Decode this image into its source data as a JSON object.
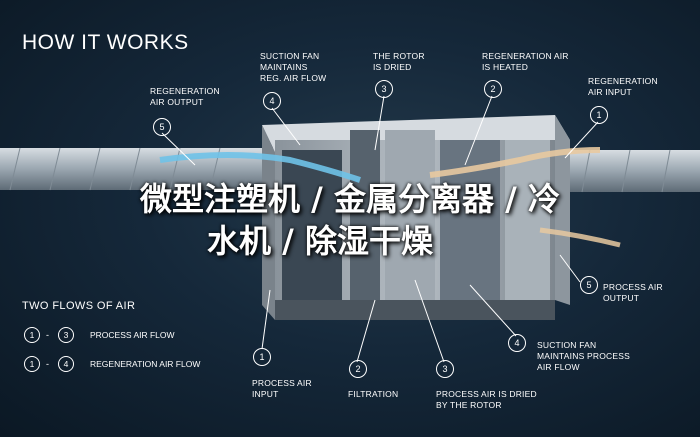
{
  "title": "HOW IT WORKS",
  "callouts": {
    "regen_air_output": {
      "label_1": "REGENERATION",
      "label_2": "AIR OUTPUT",
      "number": "5"
    },
    "suction_fan_regen": {
      "label_1": "SUCTION FAN",
      "label_2": "MAINTAINS",
      "label_3": "REG. AIR FLOW",
      "number": "4"
    },
    "rotor_dried": {
      "label_1": "THE ROTOR",
      "label_2": "IS DRIED",
      "number": "3"
    },
    "regen_air_heated": {
      "label_1": "REGENERATION AIR",
      "label_2": "IS HEATED",
      "number": "2"
    },
    "regen_air_input": {
      "label_1": "REGENERATION",
      "label_2": "AIR INPUT",
      "number": "1"
    },
    "process_air_output": {
      "label_1": "PROCESS AIR",
      "label_2": "OUTPUT",
      "number": "5"
    },
    "suction_fan_process": {
      "label_1": "SUCTION FAN",
      "label_2": "MAINTAINS PROCESS",
      "label_3": "AIR FLOW",
      "number": "4"
    },
    "process_air_input": {
      "label_1": "PROCESS AIR",
      "label_2": "INPUT",
      "number": "1"
    },
    "filtration": {
      "label_1": "FILTRATION",
      "number": "2"
    },
    "process_air_dried": {
      "label_1": "PROCESS AIR IS DRIED",
      "label_2": "BY THE ROTOR",
      "number": "3"
    }
  },
  "legend": {
    "title": "TWO FLOWS OF AIR",
    "process": {
      "from": "1",
      "sep": "-",
      "to": "3",
      "label": "PROCESS AIR FLOW"
    },
    "regen": {
      "from": "1",
      "sep": "-",
      "to": "4",
      "label": "REGENERATION AIR FLOW"
    }
  },
  "overlay": {
    "line_1": "微型注塑机 / 金属分离器 / 冷",
    "line_2": "水机 / 除湿干燥"
  },
  "colors": {
    "background": "#15283a",
    "duct": "#b9c3cb",
    "regen_flow": "#e8c9a0",
    "process_flow": "#6fc2e8",
    "housing": "#c9ced3"
  }
}
